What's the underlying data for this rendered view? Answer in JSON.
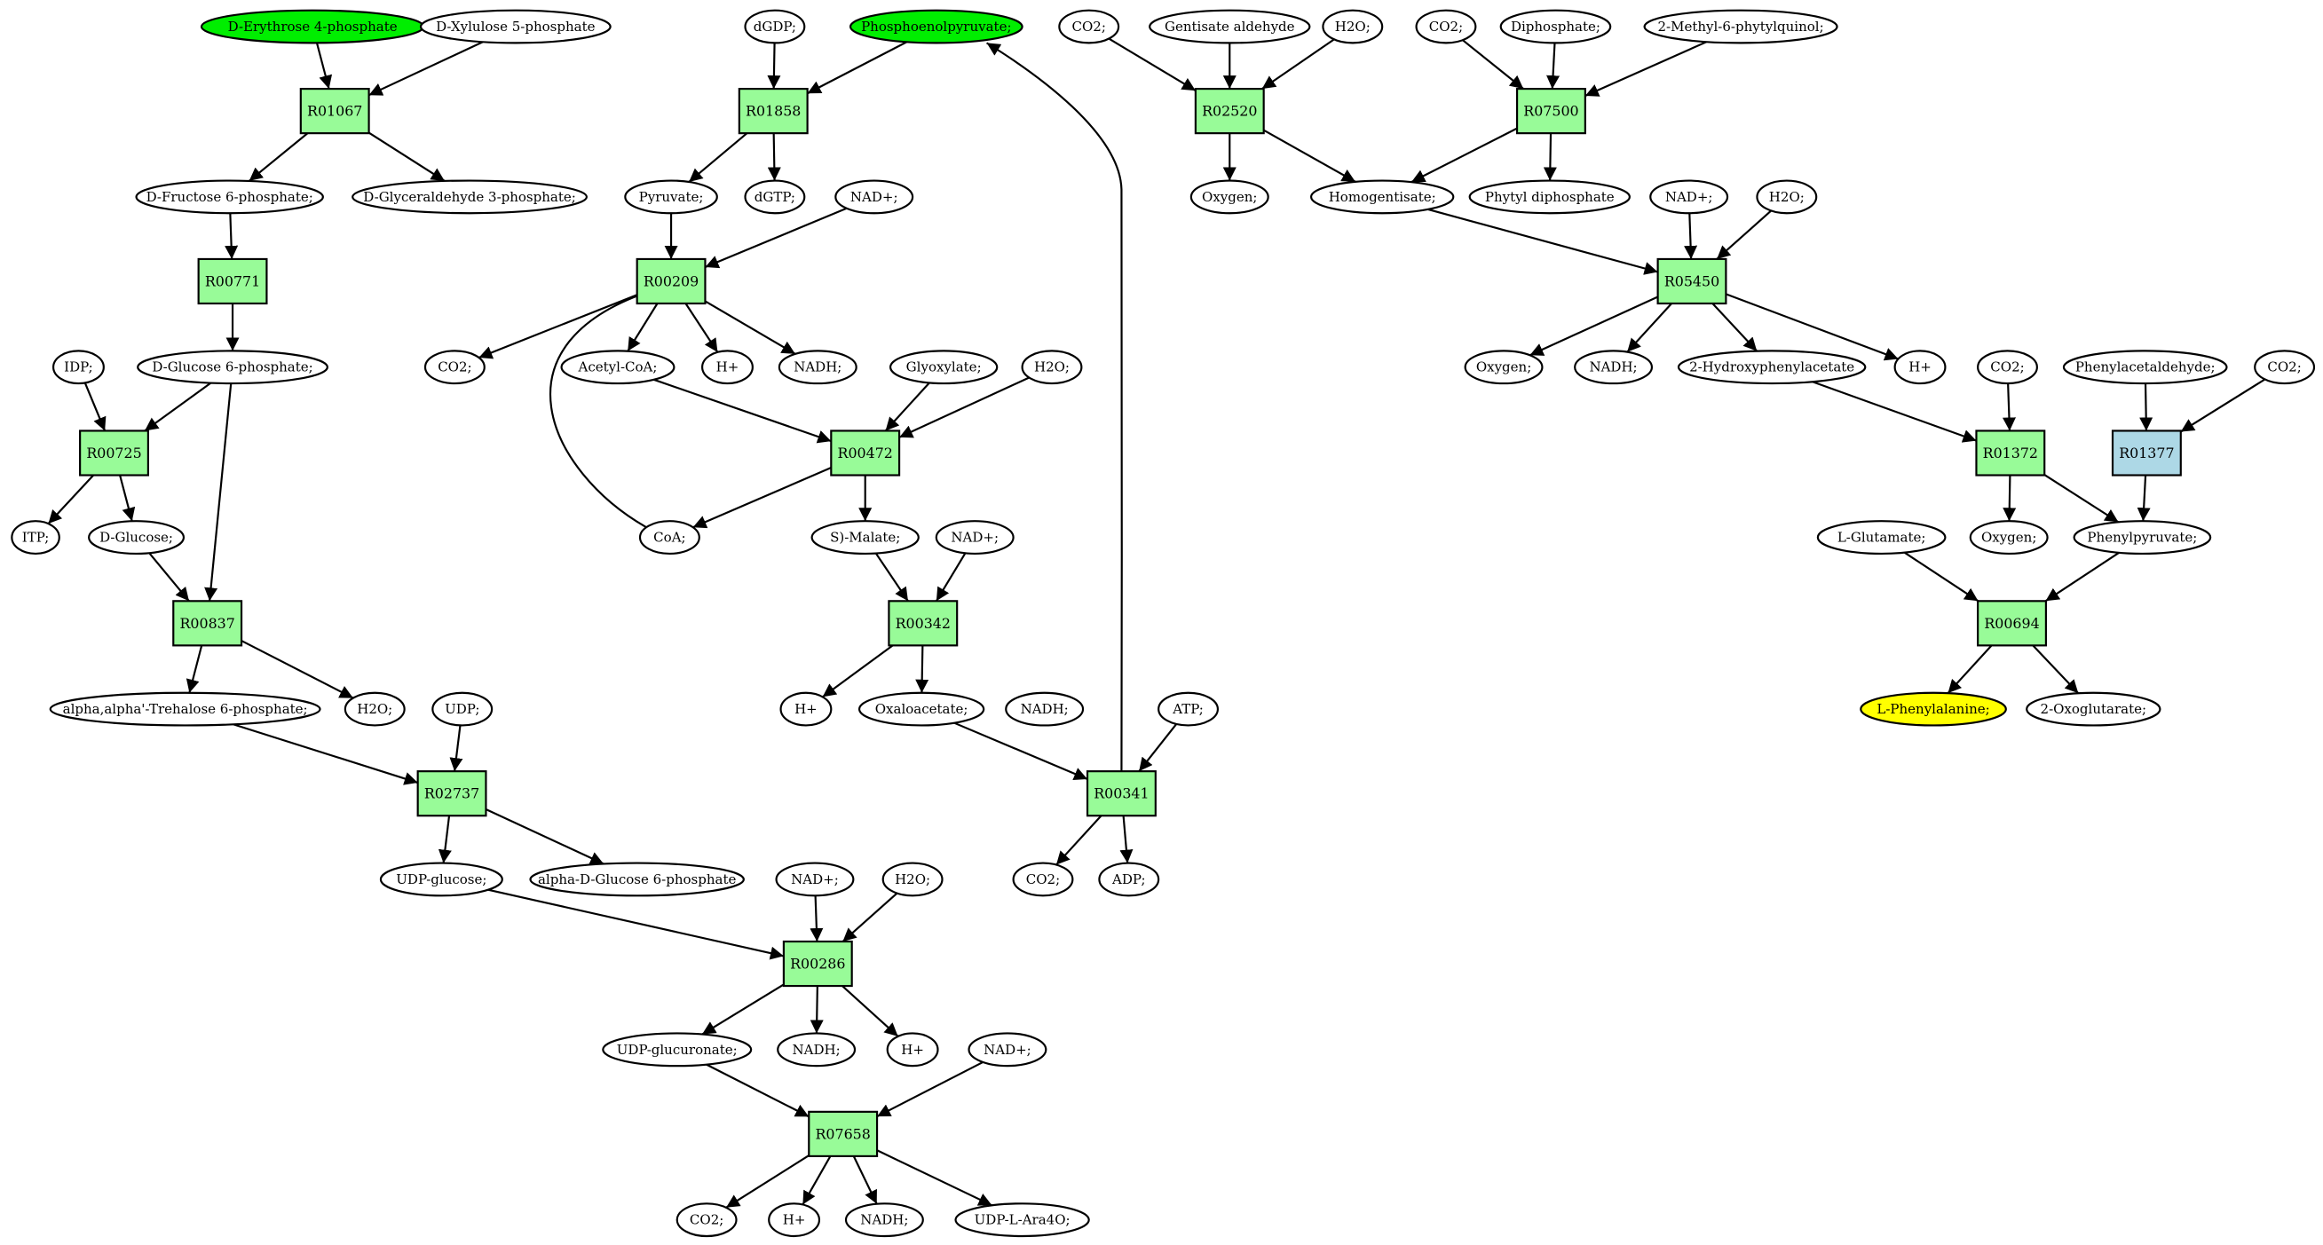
{
  "colors": {
    "reaction_fill": "#98fb98",
    "reaction_alt_fill": "#add8e6",
    "start_compound_fill": "#00ee00",
    "target_compound_fill": "#ffff00",
    "compound_fill": "#ffffff",
    "stroke": "#000000"
  },
  "nodes": {
    "n_e4p": {
      "label": "D-Erythrose 4-phosphate",
      "kind": "compound",
      "role": "start"
    },
    "n_x5p": {
      "label": "D-Xylulose 5-phosphate",
      "kind": "compound"
    },
    "n_R01067": {
      "label": "R01067",
      "kind": "reaction"
    },
    "n_f6p": {
      "label": "D-Fructose 6-phosphate;",
      "kind": "compound"
    },
    "n_g3p": {
      "label": "D-Glyceraldehyde 3-phosphate;",
      "kind": "compound"
    },
    "n_R00771": {
      "label": "R00771",
      "kind": "reaction"
    },
    "n_g6p": {
      "label": "D-Glucose 6-phosphate;",
      "kind": "compound"
    },
    "n_idp": {
      "label": "IDP;",
      "kind": "compound"
    },
    "n_R00725": {
      "label": "R00725",
      "kind": "reaction"
    },
    "n_itp": {
      "label": "ITP;",
      "kind": "compound"
    },
    "n_glc": {
      "label": "D-Glucose;",
      "kind": "compound"
    },
    "n_R00837": {
      "label": "R00837",
      "kind": "reaction"
    },
    "n_t6p": {
      "label": "alpha,alpha'-Trehalose 6-phosphate;",
      "kind": "compound"
    },
    "n_h2o_a": {
      "label": "H2O;",
      "kind": "compound"
    },
    "n_udp": {
      "label": "UDP;",
      "kind": "compound"
    },
    "n_R02737": {
      "label": "R02737",
      "kind": "reaction"
    },
    "n_udpglc": {
      "label": "UDP-glucose;",
      "kind": "compound"
    },
    "n_ag6p": {
      "label": "alpha-D-Glucose 6-phosphate",
      "kind": "compound"
    },
    "n_nad_a": {
      "label": "NAD+;",
      "kind": "compound"
    },
    "n_h2o_b": {
      "label": "H2O;",
      "kind": "compound"
    },
    "n_R00286": {
      "label": "R00286",
      "kind": "reaction"
    },
    "n_udpglcur": {
      "label": "UDP-glucuronate;",
      "kind": "compound"
    },
    "n_nadh_a": {
      "label": "NADH;",
      "kind": "compound"
    },
    "n_h_a": {
      "label": "H+",
      "kind": "compound"
    },
    "n_nad_b": {
      "label": "NAD+;",
      "kind": "compound"
    },
    "n_R07658": {
      "label": "R07658",
      "kind": "reaction"
    },
    "n_co2_a": {
      "label": "CO2;",
      "kind": "compound"
    },
    "n_h_b": {
      "label": "H+",
      "kind": "compound"
    },
    "n_nadh_b": {
      "label": "NADH;",
      "kind": "compound"
    },
    "n_udpara": {
      "label": "UDP-L-Ara4O;",
      "kind": "compound"
    },
    "n_dgdp": {
      "label": "dGDP;",
      "kind": "compound"
    },
    "n_pep": {
      "label": "Phosphoenolpyruvate;",
      "kind": "compound",
      "role": "start"
    },
    "n_R01858": {
      "label": "R01858",
      "kind": "reaction"
    },
    "n_pyr": {
      "label": "Pyruvate;",
      "kind": "compound"
    },
    "n_dgtp": {
      "label": "dGTP;",
      "kind": "compound"
    },
    "n_nad_c": {
      "label": "NAD+;",
      "kind": "compound"
    },
    "n_R00209": {
      "label": "R00209",
      "kind": "reaction"
    },
    "n_co2_b": {
      "label": "CO2;",
      "kind": "compound"
    },
    "n_acoa": {
      "label": "Acetyl-CoA;",
      "kind": "compound"
    },
    "n_h_c": {
      "label": "H+",
      "kind": "compound"
    },
    "n_nadh_c": {
      "label": "NADH;",
      "kind": "compound"
    },
    "n_glyox": {
      "label": "Glyoxylate;",
      "kind": "compound"
    },
    "n_h2o_c": {
      "label": "H2O;",
      "kind": "compound"
    },
    "n_R00472": {
      "label": "R00472",
      "kind": "reaction"
    },
    "n_coa": {
      "label": "CoA;",
      "kind": "compound"
    },
    "n_mal": {
      "label": "S)-Malate;",
      "kind": "compound"
    },
    "n_nad_d": {
      "label": "NAD+;",
      "kind": "compound"
    },
    "n_R00342": {
      "label": "R00342",
      "kind": "reaction"
    },
    "n_h_d": {
      "label": "H+",
      "kind": "compound"
    },
    "n_oaa": {
      "label": "Oxaloacetate;",
      "kind": "compound"
    },
    "n_nadh_d": {
      "label": "NADH;",
      "kind": "compound"
    },
    "n_atp": {
      "label": "ATP;",
      "kind": "compound"
    },
    "n_R00341": {
      "label": "R00341",
      "kind": "reaction"
    },
    "n_co2_c": {
      "label": "CO2;",
      "kind": "compound"
    },
    "n_adp": {
      "label": "ADP;",
      "kind": "compound"
    },
    "n_co2_d": {
      "label": "CO2;",
      "kind": "compound"
    },
    "n_gald": {
      "label": "Gentisate aldehyde",
      "kind": "compound"
    },
    "n_h2o_d": {
      "label": "H2O;",
      "kind": "compound"
    },
    "n_R02520": {
      "label": "R02520",
      "kind": "reaction"
    },
    "n_oxy_a": {
      "label": "Oxygen;",
      "kind": "compound"
    },
    "n_co2_e": {
      "label": "CO2;",
      "kind": "compound"
    },
    "n_diph": {
      "label": "Diphosphate;",
      "kind": "compound"
    },
    "n_mpq": {
      "label": "2-Methyl-6-phytylquinol;",
      "kind": "compound"
    },
    "n_R07500": {
      "label": "R07500",
      "kind": "reaction"
    },
    "n_homog": {
      "label": "Homogentisate;",
      "kind": "compound"
    },
    "n_phytpp": {
      "label": "Phytyl diphosphate",
      "kind": "compound"
    },
    "n_nad_e": {
      "label": "NAD+;",
      "kind": "compound"
    },
    "n_h2o_e": {
      "label": "H2O;",
      "kind": "compound"
    },
    "n_R05450": {
      "label": "R05450",
      "kind": "reaction"
    },
    "n_oxy_b": {
      "label": "Oxygen;",
      "kind": "compound"
    },
    "n_nadh_e": {
      "label": "NADH;",
      "kind": "compound"
    },
    "n_hpa": {
      "label": "2-Hydroxyphenylacetate",
      "kind": "compound"
    },
    "n_h_e": {
      "label": "H+",
      "kind": "compound"
    },
    "n_co2_f": {
      "label": "CO2;",
      "kind": "compound"
    },
    "n_phald": {
      "label": "Phenylacetaldehyde;",
      "kind": "compound"
    },
    "n_co2_g": {
      "label": "CO2;",
      "kind": "compound"
    },
    "n_R01372": {
      "label": "R01372",
      "kind": "reaction"
    },
    "n_R01377": {
      "label": "R01377",
      "kind": "reaction",
      "role": "alt"
    },
    "n_glu": {
      "label": "L-Glutamate;",
      "kind": "compound"
    },
    "n_oxy_c": {
      "label": "Oxygen;",
      "kind": "compound"
    },
    "n_phpyr": {
      "label": "Phenylpyruvate;",
      "kind": "compound"
    },
    "n_R00694": {
      "label": "R00694",
      "kind": "reaction"
    },
    "n_phe": {
      "label": "L-Phenylalanine;",
      "kind": "compound",
      "role": "target"
    },
    "n_oxoglu": {
      "label": "2-Oxoglutarate;",
      "kind": "compound"
    }
  },
  "edges": [
    [
      "n_e4p",
      "n_R01067"
    ],
    [
      "n_x5p",
      "n_R01067"
    ],
    [
      "n_R01067",
      "n_f6p"
    ],
    [
      "n_R01067",
      "n_g3p"
    ],
    [
      "n_f6p",
      "n_R00771"
    ],
    [
      "n_R00771",
      "n_g6p"
    ],
    [
      "n_idp",
      "n_R00725"
    ],
    [
      "n_g6p",
      "n_R00725"
    ],
    [
      "n_R00725",
      "n_itp"
    ],
    [
      "n_R00725",
      "n_glc"
    ],
    [
      "n_glc",
      "n_R00837"
    ],
    [
      "n_g6p",
      "n_R00837"
    ],
    [
      "n_R00837",
      "n_t6p"
    ],
    [
      "n_R00837",
      "n_h2o_a"
    ],
    [
      "n_t6p",
      "n_R02737"
    ],
    [
      "n_udp",
      "n_R02737"
    ],
    [
      "n_R02737",
      "n_udpglc"
    ],
    [
      "n_R02737",
      "n_ag6p"
    ],
    [
      "n_udpglc",
      "n_R00286"
    ],
    [
      "n_nad_a",
      "n_R00286"
    ],
    [
      "n_h2o_b",
      "n_R00286"
    ],
    [
      "n_R00286",
      "n_udpglcur"
    ],
    [
      "n_R00286",
      "n_nadh_a"
    ],
    [
      "n_R00286",
      "n_h_a"
    ],
    [
      "n_udpglcur",
      "n_R07658"
    ],
    [
      "n_nad_b",
      "n_R07658"
    ],
    [
      "n_R07658",
      "n_co2_a"
    ],
    [
      "n_R07658",
      "n_h_b"
    ],
    [
      "n_R07658",
      "n_nadh_b"
    ],
    [
      "n_R07658",
      "n_udpara"
    ],
    [
      "n_dgdp",
      "n_R01858"
    ],
    [
      "n_pep",
      "n_R01858"
    ],
    [
      "n_R01858",
      "n_pyr"
    ],
    [
      "n_R01858",
      "n_dgtp"
    ],
    [
      "n_pyr",
      "n_R00209"
    ],
    [
      "n_nad_c",
      "n_R00209"
    ],
    [
      "n_R00209",
      "n_co2_b"
    ],
    [
      "n_R00209",
      "n_acoa"
    ],
    [
      "n_R00209",
      "n_h_c"
    ],
    [
      "n_R00209",
      "n_nadh_c"
    ],
    [
      "n_acoa",
      "n_R00472"
    ],
    [
      "n_glyox",
      "n_R00472"
    ],
    [
      "n_h2o_c",
      "n_R00472"
    ],
    [
      "n_R00472",
      "n_coa"
    ],
    [
      "n_R00472",
      "n_mal"
    ],
    [
      "n_mal",
      "n_R00342"
    ],
    [
      "n_nad_d",
      "n_R00342"
    ],
    [
      "n_R00342",
      "n_h_d"
    ],
    [
      "n_R00342",
      "n_oxaloacetate_placeholder"
    ],
    [
      "n_oaa",
      "n_R00341"
    ],
    [
      "n_atp",
      "n_R00341"
    ],
    [
      "n_R00341",
      "n_co2_c"
    ],
    [
      "n_R00341",
      "n_adp"
    ],
    [
      "n_co2_d",
      "n_R02520"
    ],
    [
      "n_gald",
      "n_R02520"
    ],
    [
      "n_h2o_d",
      "n_R02520"
    ],
    [
      "n_R02520",
      "n_oxy_a"
    ],
    [
      "n_R02520",
      "n_homog"
    ],
    [
      "n_co2_e",
      "n_R07500"
    ],
    [
      "n_diph",
      "n_R07500"
    ],
    [
      "n_mpq",
      "n_R07500"
    ],
    [
      "n_R07500",
      "n_homog"
    ],
    [
      "n_R07500",
      "n_phytpp"
    ],
    [
      "n_homog",
      "n_R05450"
    ],
    [
      "n_nad_e",
      "n_R05450"
    ],
    [
      "n_h2o_e",
      "n_R05450"
    ],
    [
      "n_R05450",
      "n_oxy_b"
    ],
    [
      "n_R05450",
      "n_nadh_e"
    ],
    [
      "n_R05450",
      "n_hpa"
    ],
    [
      "n_R05450",
      "n_h_e"
    ],
    [
      "n_hpa",
      "n_R01372"
    ],
    [
      "n_co2_f",
      "n_R01372"
    ],
    [
      "n_R01372",
      "n_oxy_c"
    ],
    [
      "n_R01372",
      "n_phpyr"
    ],
    [
      "n_phald",
      "n_R01377"
    ],
    [
      "n_co2_g",
      "n_R01377"
    ],
    [
      "n_R01377",
      "n_phpyr"
    ],
    [
      "n_glu",
      "n_R00694"
    ],
    [
      "n_phpyr",
      "n_R00694"
    ],
    [
      "n_R00694",
      "n_phe"
    ],
    [
      "n_R00694",
      "n_oxoglu"
    ]
  ],
  "curved_edges": [
    [
      "n_coa",
      "n_R00209"
    ],
    [
      "n_R00341",
      "n_pep"
    ]
  ]
}
